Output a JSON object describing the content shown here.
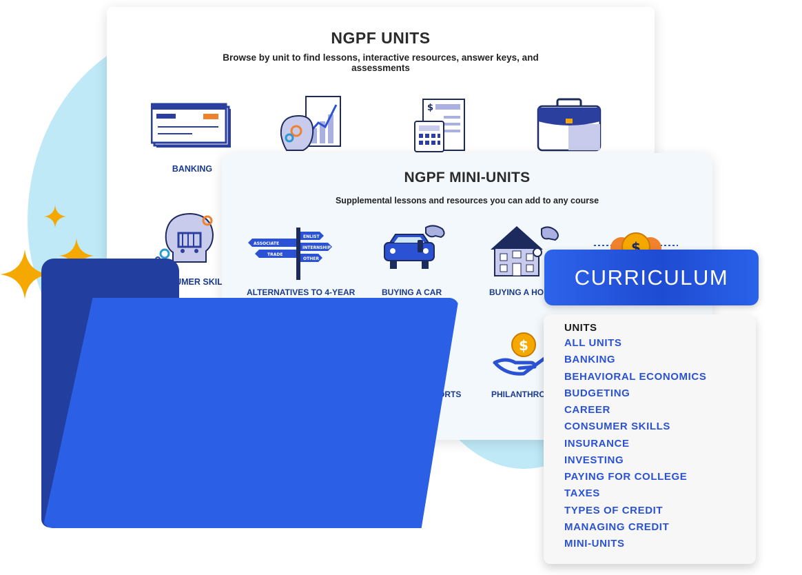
{
  "units_panel": {
    "title": "NGPF UNITS",
    "subtitle": "Browse by unit to find lessons, interactive resources, answer keys, and assessments",
    "tiles": [
      {
        "label": "BANKING",
        "icon": "check-icon"
      },
      {
        "label": "",
        "icon": "brain-chart-icon"
      },
      {
        "label": "",
        "icon": "calculator-budget-icon"
      },
      {
        "label": "",
        "icon": "briefcase-icon"
      },
      {
        "label": "CONSUMER SKIL",
        "icon": "brain-cart-icon"
      }
    ]
  },
  "mini_panel": {
    "title": "NGPF MINI-UNITS",
    "subtitle": "Supplemental lessons and resources you can add to any course",
    "items": [
      {
        "label": "ALTERNATIVES TO 4-YEAR",
        "icon": "signpost-icon"
      },
      {
        "label": "BUYING A CAR",
        "icon": "car-key-icon"
      },
      {
        "label": "BUYING A HO",
        "icon": "house-key-icon"
      },
      {
        "label": "",
        "icon": "coins-icon"
      },
      {
        "label": "ORTS",
        "icon": ""
      },
      {
        "label": "PHILANTHRO",
        "icon": "hand-coin-icon"
      }
    ],
    "signpost_words": [
      "ENLIST",
      "ASSOCIATE",
      "INTERNSHIP",
      "TRADE",
      "OTHER"
    ]
  },
  "curriculum_button": {
    "label": "CURRICULUM"
  },
  "units_menu": {
    "heading": "UNITS",
    "items": [
      "ALL UNITS",
      "BANKING",
      "BEHAVIORAL ECONOMICS",
      "BUDGETING",
      "CAREER",
      "CONSUMER SKILLS",
      "INSURANCE",
      "INVESTING",
      "PAYING FOR COLLEGE",
      "TAXES",
      "TYPES OF CREDIT",
      "MANAGING CREDIT",
      "MINI-UNITS"
    ]
  },
  "colors": {
    "brand_blue": "#2a5fe6",
    "navy_text": "#1b3a8c",
    "link_blue": "#2a52d3",
    "blob": "#bfe9f7",
    "star": "#f5a800"
  }
}
